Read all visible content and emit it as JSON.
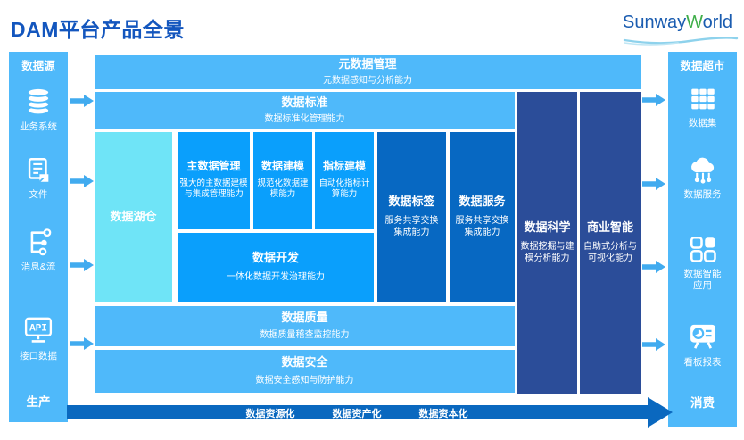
{
  "page": {
    "title": "DAM平台产品全景",
    "logo": {
      "part1": "Sunway",
      "part2": "W",
      "part3": "orld"
    }
  },
  "left_sidebar": {
    "header": "数据源",
    "items": [
      {
        "icon": "database-icon",
        "label": "业务系统"
      },
      {
        "icon": "file-icon",
        "label": "文件"
      },
      {
        "icon": "stream-icon",
        "label": "消息&流"
      },
      {
        "icon": "api-icon",
        "label": "接口数据"
      }
    ],
    "footer": "生产"
  },
  "right_sidebar": {
    "header": "数据超市",
    "items": [
      {
        "icon": "dataset-grid-icon",
        "label": "数据集"
      },
      {
        "icon": "cloud-service-icon",
        "label": "数据服务"
      },
      {
        "icon": "apps-icon",
        "label": "数据智能应用"
      },
      {
        "icon": "dashboard-icon",
        "label": "看板报表"
      }
    ],
    "footer": "消费"
  },
  "center": {
    "metadata_row": {
      "title": "元数据管理",
      "subtitle": "元数据感知与分析能力"
    },
    "standard_row": {
      "title": "数据标准",
      "subtitle": "数据标准化管理能力"
    },
    "lakehouse": {
      "title": "数据湖仓"
    },
    "mdm": {
      "title": "主数据管理",
      "subtitle": "强大的主数据建模与集成管理能力"
    },
    "modeling": {
      "title": "数据建模",
      "subtitle": "规范化数据建模能力"
    },
    "metric": {
      "title": "指标建模",
      "subtitle": "自动化指标计算能力"
    },
    "dev": {
      "title": "数据开发",
      "subtitle": "一体化数据开发治理能力"
    },
    "tag": {
      "title": "数据标签",
      "subtitle": "服务共享交换集成能力"
    },
    "service": {
      "title": "数据服务",
      "subtitle": "服务共享交换集成能力"
    },
    "science": {
      "title": "数据科学",
      "subtitle": "数据挖掘与建模分析能力"
    },
    "bi": {
      "title": "商业智能",
      "subtitle": "自助式分析与可视化能力"
    },
    "quality_row": {
      "title": "数据质量",
      "subtitle": "数据质量稽查监控能力"
    },
    "security_row": {
      "title": "数据安全",
      "subtitle": "数据安全感知与防护能力"
    }
  },
  "bottom_arrow": {
    "labels": [
      "数据资源化",
      "数据资产化",
      "数据资本化"
    ]
  },
  "colors": {
    "sky_blue": "#4FB9FA",
    "azure": "#0A9FFC",
    "strong_blue": "#0768C2",
    "navy": "#2B4D99",
    "cyan": "#6FE4F7",
    "bottom_arrow": "#0A68BF",
    "title_blue": "#1356BE",
    "logo_green": "#3FAE49"
  }
}
